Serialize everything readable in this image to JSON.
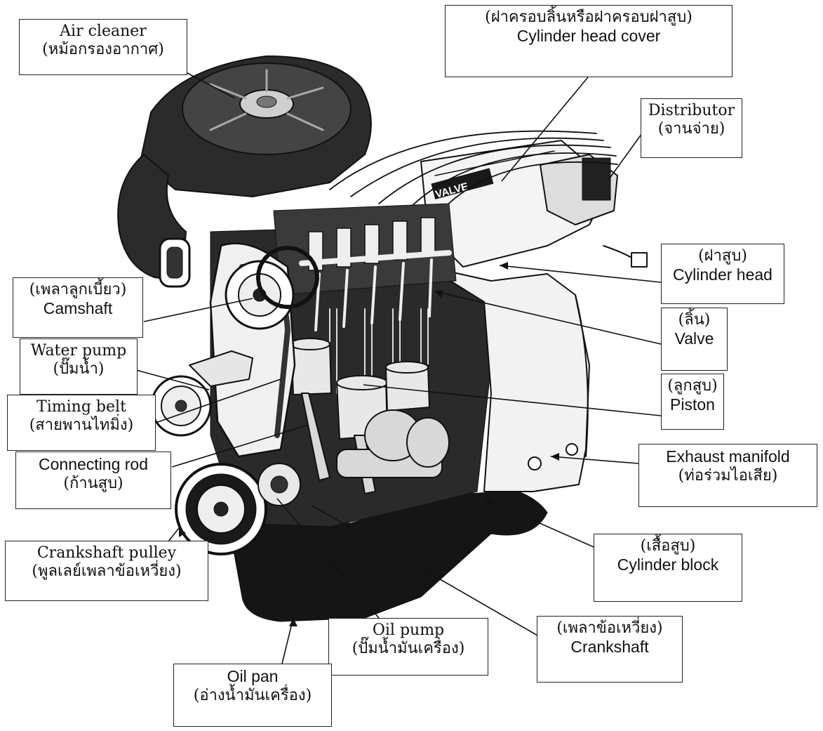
{
  "labels": {
    "air_cleaner": {
      "en": "Air cleaner",
      "th": "(หม้อกรองอากาศ)"
    },
    "cylinder_head_cover": {
      "th": "(ฝาครอบลิ้นหรือฝาครอบฝาสูบ)",
      "en": "Cylinder head cover"
    },
    "distributor": {
      "en": "Distributor",
      "th": "(จานจ่าย)"
    },
    "cylinder_head": {
      "th": "(ฝาสูบ)",
      "en": "Cylinder head"
    },
    "camshaft": {
      "th": "(เพลาลูกเบี้ยว)",
      "en": "Camshaft"
    },
    "valve": {
      "th": "(ลิ้น)",
      "en": "Valve"
    },
    "water_pump": {
      "en": "Water pump",
      "th": "(ปั๊มน้ำ)"
    },
    "piston": {
      "th": "(ลูกสูบ)",
      "en": "Piston"
    },
    "timing_belt": {
      "en": "Timing belt",
      "th": "(สายพานไทมิ่ง)"
    },
    "connecting_rod": {
      "en": "Connecting rod",
      "th": "(ก้านสูบ)"
    },
    "exhaust_manifold": {
      "en": "Exhaust manifold",
      "th": "(ท่อร่วมไอเสีย)"
    },
    "crankshaft_pulley": {
      "en": "Crankshaft pulley",
      "th": "(พูลเลย์เพลาข้อเหวี่ยง)"
    },
    "cylinder_block": {
      "th": "(เสื้อสูบ)",
      "en": "Cylinder block"
    },
    "oil_pump": {
      "en": "Oil pump",
      "th": "(ปั๊มน้ำมันเครื่อง)"
    },
    "crankshaft": {
      "th": "(เพลาข้อเหวี่ยง)",
      "en": "Crankshaft"
    },
    "oil_pan": {
      "en": "Oil pan",
      "th": "(อ่างน้ำมันเครื่อง)"
    }
  },
  "engine_stamp": "VALVE"
}
